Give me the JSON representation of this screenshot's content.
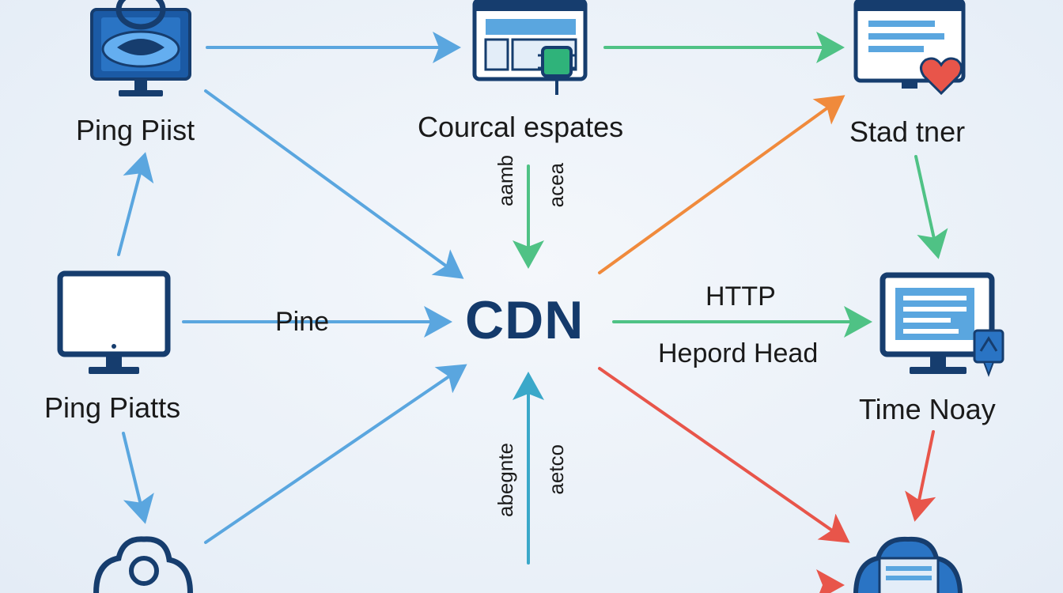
{
  "center": {
    "label": "CDN"
  },
  "nodes": {
    "top_left": {
      "label": "Ping Piist",
      "icon": "shield-monitor-icon"
    },
    "top_center": {
      "label": "Courcal espates",
      "icon": "browser-chip-icon"
    },
    "top_right": {
      "label": "Stad tner",
      "icon": "document-heart-icon"
    },
    "mid_left": {
      "label": "Ping Piatts",
      "icon": "monitor-icon"
    },
    "mid_right": {
      "label": "Time Noay",
      "icon": "monitor-document-icon"
    },
    "bottom_left": {
      "label": "",
      "icon": "user-cloud-icon"
    },
    "bottom_right": {
      "label": "",
      "icon": "document-cloud-icon"
    }
  },
  "edge_labels": {
    "pine": "Pine",
    "http": "HTTP",
    "hepord_head": "Hepord Head",
    "top_vert_a": "aamb",
    "top_vert_b": "acea",
    "bottom_vert_a": "abegnte",
    "bottom_vert_b": "aetco"
  },
  "colors": {
    "blue": "#5aa6df",
    "green": "#4fc285",
    "orange": "#f08a3c",
    "red": "#e8554a",
    "teal": "#3aa8c9",
    "icon_dark": "#163d6e",
    "icon_mid": "#2a74c4",
    "icon_light": "#64aef0"
  }
}
